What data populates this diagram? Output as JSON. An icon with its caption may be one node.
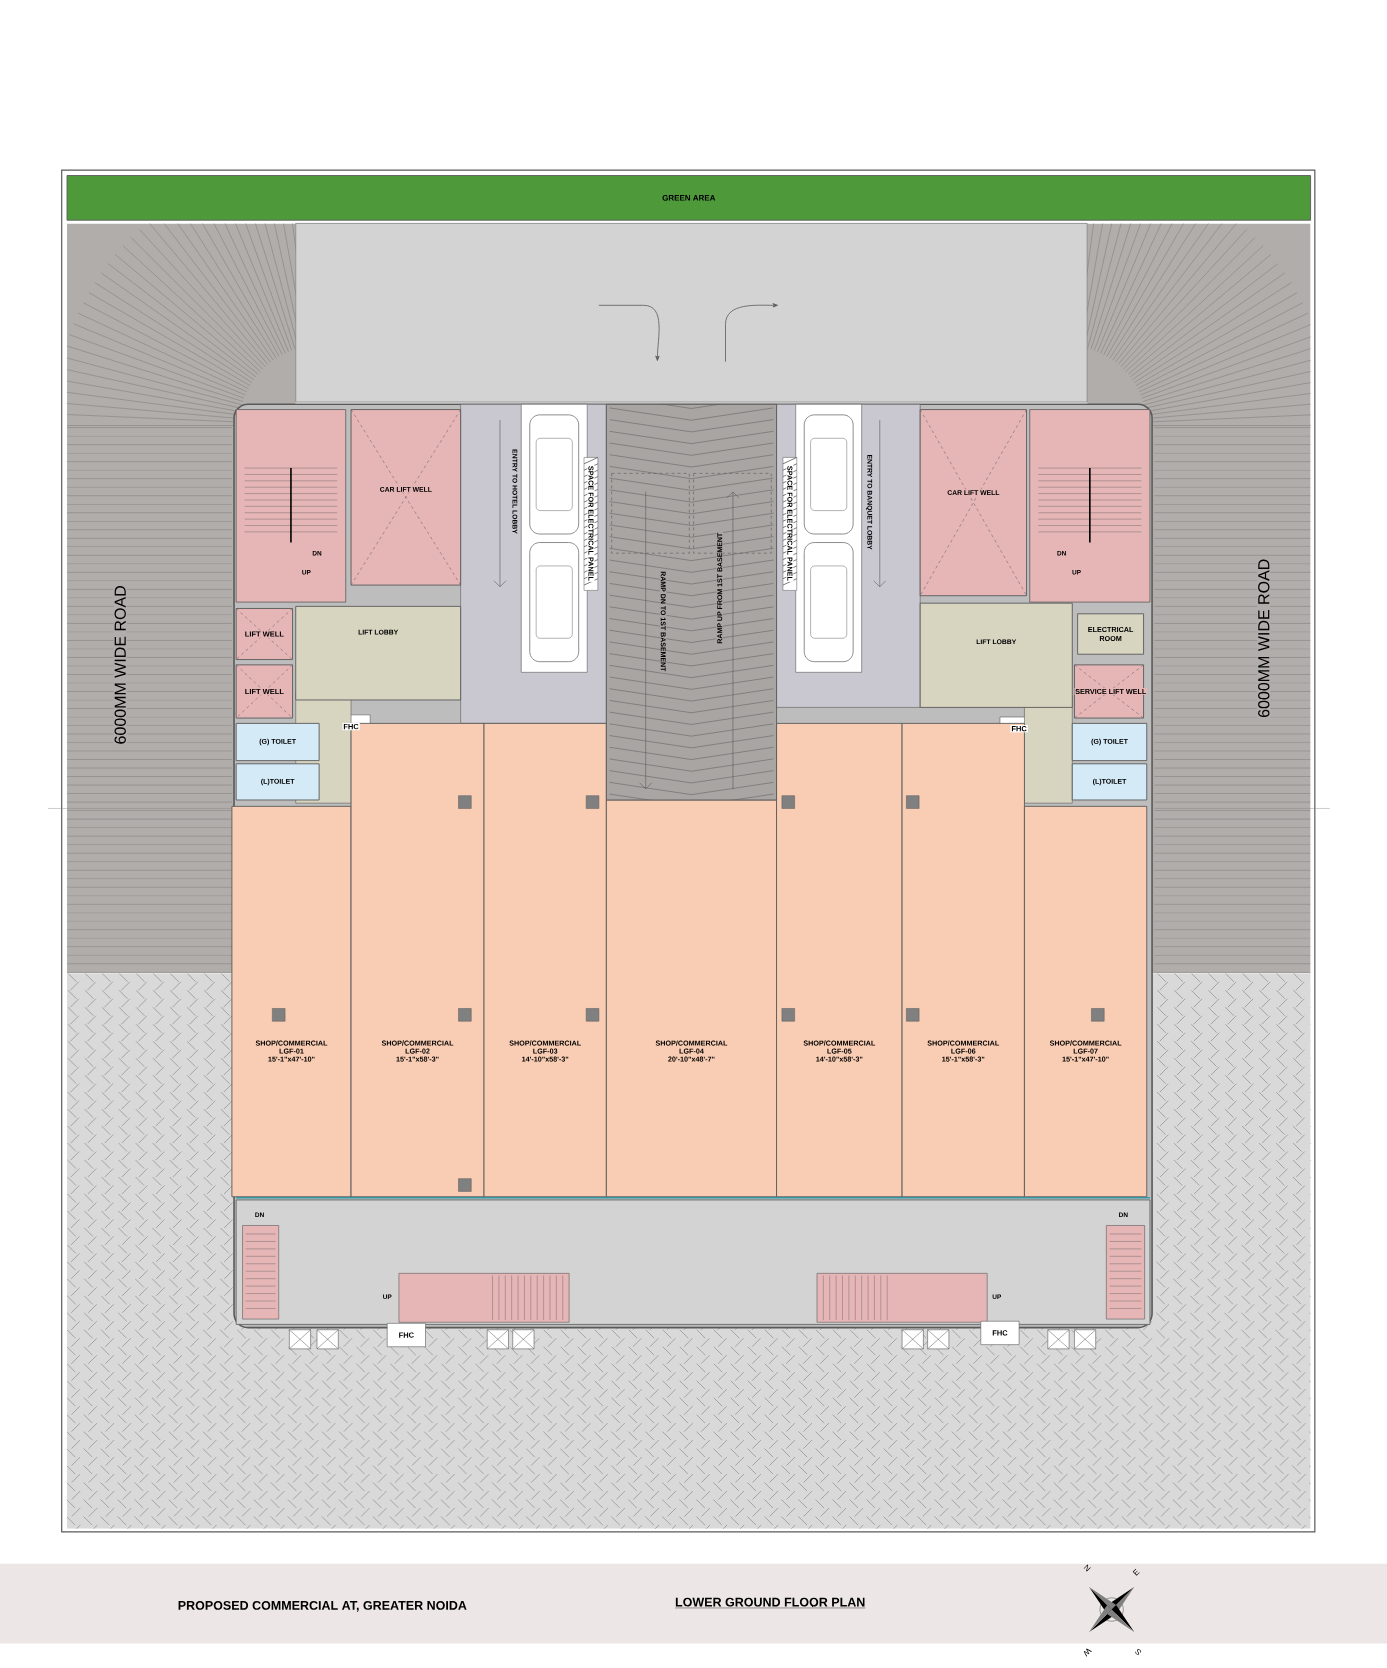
{
  "diagram": {
    "title": "LOWER GROUND FLOOR PLAN",
    "nodes": [
      {
        "text": [
          "GREEN AREA"
        ]
      },
      {
        "text": [
          "CAR LIFT WELL"
        ]
      },
      {
        "text": [
          "CAR LIFT WELL"
        ]
      },
      {
        "text": [
          "LIFT WELL"
        ]
      },
      {
        "text": [
          "LIFT LOBBY"
        ]
      },
      {
        "text": [
          "LIFT LOBBY"
        ]
      },
      {
        "text": [
          "ELECTRICAL ROOM"
        ]
      },
      {
        "text": [
          "LIFT WELL"
        ]
      },
      {
        "text": [
          "SERVICE LIFT WELL"
        ]
      },
      {
        "text": [
          "(G) TOILET"
        ]
      },
      {
        "text": [
          "(G) TOILET"
        ]
      },
      {
        "text": [
          "(L)TOILET"
        ]
      },
      {
        "text": [
          "(L)TOILET"
        ]
      },
      {
        "text": [
          "SHOP/COMMERCIAL",
          "LGF-01",
          "15'-1\"x47'-10\""
        ]
      },
      {
        "text": [
          "SHOP/COMMERCIAL",
          "LGF-02",
          "15'-1\"x58'-3\""
        ]
      },
      {
        "text": [
          "SHOP/COMMERCIAL",
          "LGF-03",
          "14'-10\"x58'-3\""
        ]
      },
      {
        "text": [
          "SHOP/COMMERCIAL",
          "LGF-04",
          "20'-10\"x48'-7\""
        ]
      },
      {
        "text": [
          "SHOP/COMMERCIAL",
          "LGF-05",
          "14'-10\"x58'-3\""
        ]
      },
      {
        "text": [
          "SHOP/COMMERCIAL",
          "LGF-06",
          "15'-1\"x58'-3\""
        ]
      },
      {
        "text": [
          "SHOP/COMMERCIAL",
          "LGF-07",
          "15'-1\"x47'-10\""
        ]
      },
      {
        "text": [
          "RAMP DN TO 1ST BASEMENT",
          "RAMP UP FROM 1ST BASEMENT"
        ]
      }
    ],
    "labels": [
      "6000MM WIDE ROAD",
      "6000MM WIDE ROAD",
      "ENTRY TO HOTEL LOBBY",
      "SPACE FOR ELECTRICAL PANEL",
      "SPACE FOR ELECTRICAL PANEL",
      "ENTRY TO BANQUET LOBBY",
      "DN",
      "UP",
      "DN",
      "UP",
      "FHC",
      "FHC",
      "DN",
      "UP",
      "UP",
      "DN",
      "FHC",
      "FHC",
      "PROPOSED COMMERCIAL AT, GREATER NOIDA",
      "N",
      "E",
      "S",
      "W"
    ]
  }
}
